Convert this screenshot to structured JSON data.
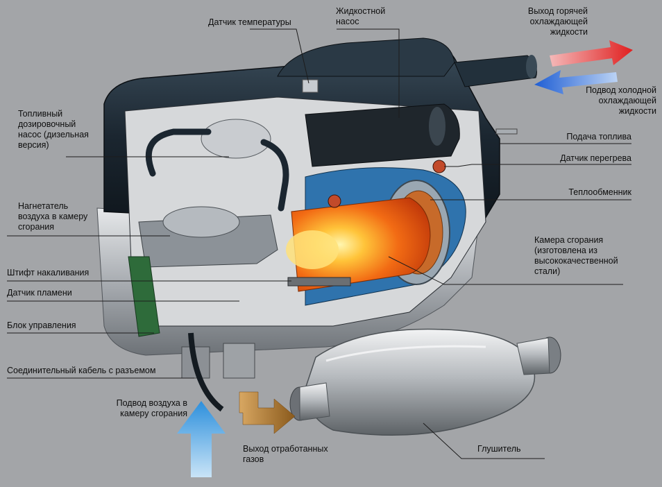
{
  "colors": {
    "background": "#a3a5a8",
    "housing_dark": "#1f2a33",
    "coolant_blue": "#2d6fa8",
    "flame_orange": "#f06a1a",
    "hot_arrow": "#e23a3a",
    "cold_arrow": "#2f6ed6",
    "air_arrow": "#3a9be0",
    "exhaust_arrow": "#b07a2a",
    "muffler_metal": "#b9bcc0"
  },
  "labels": {
    "temp_sensor": "Датчик температуры",
    "liquid_pump": "Жидкостной\nнасос",
    "hot_out": "Выход горячей\nохлаждающей\nжидкости",
    "cold_in": "Подвод холодной\nохлаждающей\nжидкости",
    "fuel_pump": "Топливный\nдозировочный\nнасос (дизельная\nверсия)",
    "fuel_supply": "Подача топлива",
    "overheat_sensor": "Датчик перегрева",
    "heat_exchanger": "Теплообменник",
    "air_blower": "Нагнетатель\nвоздуха в камеру\nсгорания",
    "combustion_chamber": "Камера сгорания\n(изготовлена из\nвысококачественной\nстали)",
    "glow_pin": "Штифт накаливания",
    "flame_sensor": "Датчик пламени",
    "control_unit": "Блок управления",
    "cable": "Соединительный кабель с разъемом",
    "air_in": "Подвод воздуха в\nкамеру сгорания",
    "exhaust_out": "Выход отработанных\nгазов",
    "muffler": "Глушитель"
  },
  "icons": {
    "hot_out": "arrow-right-icon",
    "cold_in": "arrow-left-icon",
    "air_in": "arrow-up-icon",
    "exhaust_out": "bent-arrow-right-icon"
  }
}
